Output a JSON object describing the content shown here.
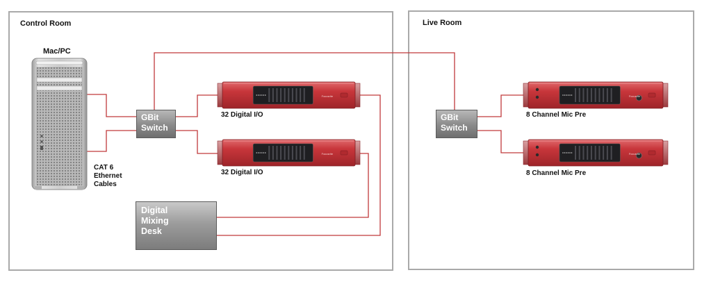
{
  "rooms": {
    "control": {
      "title": "Control Room"
    },
    "live": {
      "title": "Live Room"
    }
  },
  "computer": {
    "label": "Mac/PC"
  },
  "cables": {
    "label_lines": [
      "CAT 6",
      "Ethernet",
      "Cables"
    ]
  },
  "switches": {
    "control": {
      "lines": [
        "GBit",
        "Switch"
      ]
    },
    "live": {
      "lines": [
        "GBit",
        "Switch"
      ]
    }
  },
  "devices": {
    "io_1": {
      "label": "32 Digital I/O",
      "brand": "Focusrite"
    },
    "io_2": {
      "label": "32 Digital I/O",
      "brand": "Focusrite"
    },
    "mic_1": {
      "label": "8 Channel Mic Pre",
      "brand": "Focusrite"
    },
    "mic_2": {
      "label": "8 Channel Mic Pre",
      "brand": "Focusrite"
    }
  },
  "desk": {
    "lines": [
      "Digital",
      "Mixing",
      "Desk"
    ]
  },
  "colors": {
    "cable": "#c0393b",
    "room_border": "#a9a9a9",
    "rack_red": "#c8363b",
    "switch_grey": "#8a8a8a"
  }
}
